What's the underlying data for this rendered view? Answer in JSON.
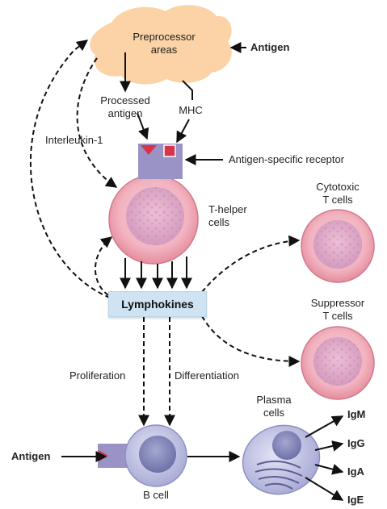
{
  "labels": {
    "preprocessor": "Preprocessor\nareas",
    "antigen_top": "Antigen",
    "processed_antigen": "Processed\nantigen",
    "mhc": "MHC",
    "interleukin": "Interleukin-1",
    "receptor": "Antigen-specific receptor",
    "t_helper": "T-helper\ncells",
    "cytotoxic": "Cytotoxic\nT cells",
    "lymphokines": "Lymphokines",
    "suppressor": "Suppressor\nT cells",
    "proliferation": "Proliferation",
    "differentiation": "Differentiation",
    "plasma": "Plasma\ncells",
    "antigen_bottom": "Antigen",
    "b_cell": "B cell",
    "igm": "IgM",
    "igg": "IgG",
    "iga": "IgA",
    "ige": "IgE"
  },
  "colors": {
    "cloud": "#fbd3a6",
    "cell_fill": "#f4b9c6",
    "cell_edge": "#c9646f",
    "receptor": "#9a93c6",
    "antigen_marker": "#d8334b",
    "lymphokine_box": "#cfe3f2",
    "b_cell": "#c6c8e6",
    "b_nucleus": "#7f82b8"
  }
}
